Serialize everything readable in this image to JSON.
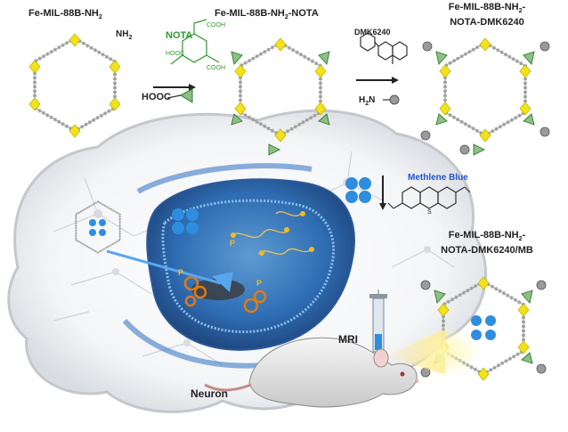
{
  "labels": {
    "fe_mil_prefix": "Fe-MIL-88B-NH",
    "sub2": "2",
    "nota_suffix": "-NOTA",
    "dmk_line1_suffix": "-",
    "dmk_line2": "NOTA-DMK6240",
    "mb_line2": "NOTA-DMK6240/MB",
    "nh2": "NH",
    "h2n": "H",
    "h2n_tail": "N",
    "nota": "NOTA",
    "hooc": "HOOC",
    "dmk6240": "DMK6240",
    "methylene_blue": "Methlene Blue",
    "mri": "MRI",
    "neuron": "Neuron",
    "cooh": "COOH",
    "hooc_small": "HOOC",
    "cooh_small": "COOH",
    "p": "P",
    "s": "S"
  },
  "colors": {
    "nota_green": "#2e9a2e",
    "methylene_blue_text": "#2255cc",
    "cluster_yellow": "#f2e21a",
    "triangle_green": "#8cc084",
    "blue_dot": "#2f8de0",
    "linker_grey": "#a9a9a9",
    "accent_orange": "#e88a1a"
  }
}
